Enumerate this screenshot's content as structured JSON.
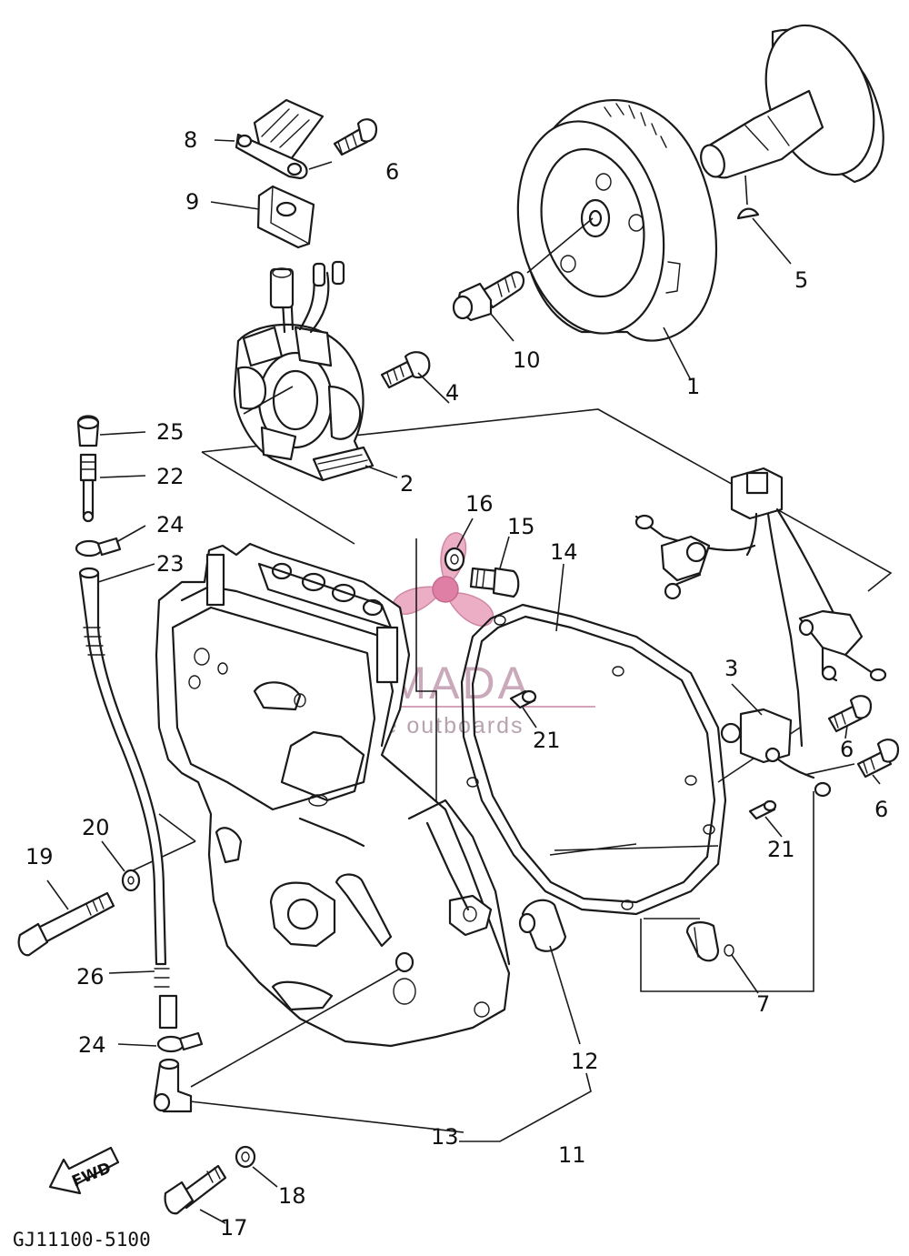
{
  "diagram": {
    "drawing_code": "GJ11100-5100",
    "direction_label": "FWD",
    "watermark": {
      "brand": "ARMADA",
      "tagline": "marine outboards"
    },
    "part_labels": [
      {
        "id": "l1",
        "text": "1"
      },
      {
        "id": "l2",
        "text": "2"
      },
      {
        "id": "l3",
        "text": "3"
      },
      {
        "id": "l4",
        "text": "4"
      },
      {
        "id": "l5",
        "text": "5"
      },
      {
        "id": "l6a",
        "text": "6"
      },
      {
        "id": "l6b",
        "text": "6"
      },
      {
        "id": "l6c",
        "text": "6"
      },
      {
        "id": "l7",
        "text": "7"
      },
      {
        "id": "l8",
        "text": "8"
      },
      {
        "id": "l9",
        "text": "9"
      },
      {
        "id": "l10",
        "text": "10"
      },
      {
        "id": "l11",
        "text": "11"
      },
      {
        "id": "l12",
        "text": "12"
      },
      {
        "id": "l13",
        "text": "13"
      },
      {
        "id": "l14",
        "text": "14"
      },
      {
        "id": "l15",
        "text": "15"
      },
      {
        "id": "l16",
        "text": "16"
      },
      {
        "id": "l17",
        "text": "17"
      },
      {
        "id": "l18",
        "text": "18"
      },
      {
        "id": "l19",
        "text": "19"
      },
      {
        "id": "l20",
        "text": "20"
      },
      {
        "id": "l21a",
        "text": "21"
      },
      {
        "id": "l21b",
        "text": "21"
      },
      {
        "id": "l22",
        "text": "22"
      },
      {
        "id": "l23",
        "text": "23"
      },
      {
        "id": "l24a",
        "text": "24"
      },
      {
        "id": "l24b",
        "text": "24"
      },
      {
        "id": "l25",
        "text": "25"
      },
      {
        "id": "l26",
        "text": "26"
      }
    ]
  }
}
